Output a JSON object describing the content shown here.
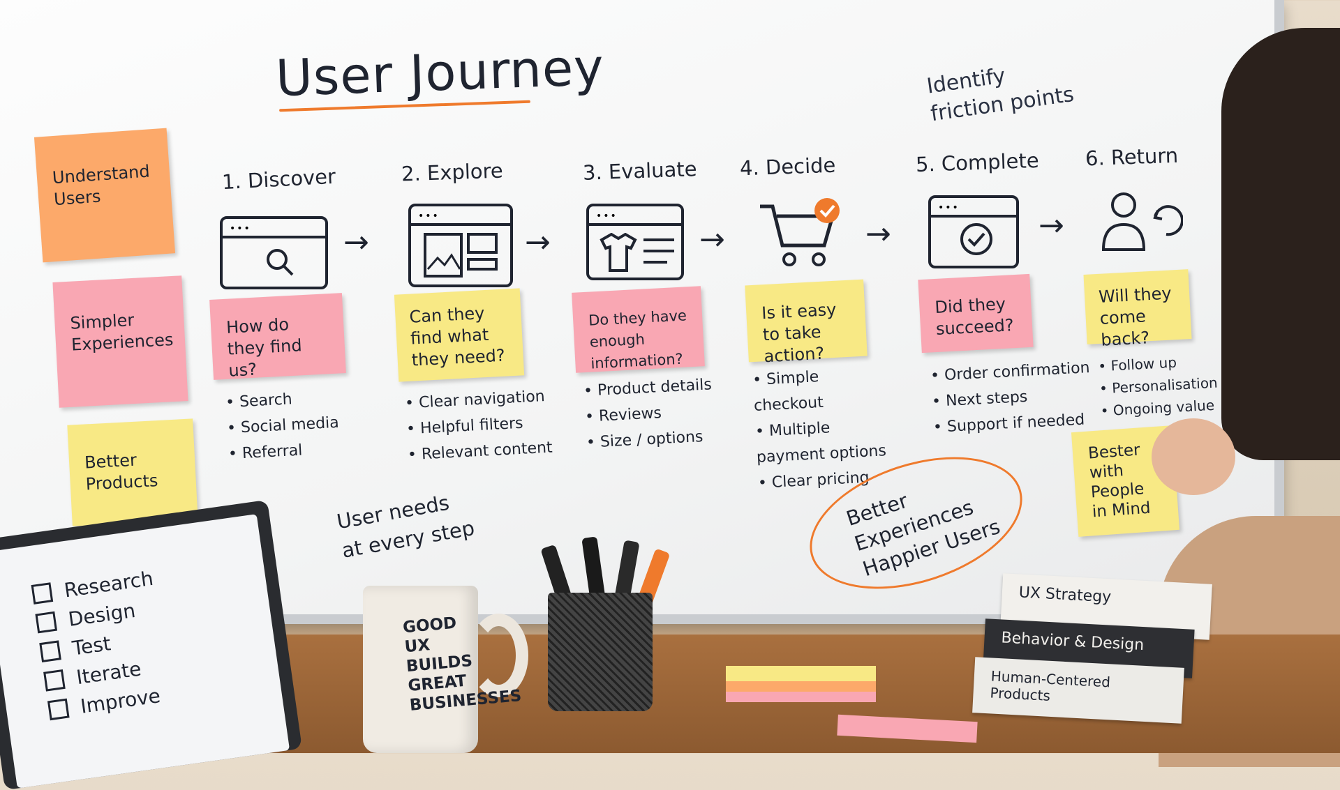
{
  "board": {
    "title": "User Journey",
    "friction_note": "Identify friction points",
    "user_needs_note": "User needs at every step",
    "oval_note": "Better Experiences Happier Users"
  },
  "left_stickies": [
    "Understand Users",
    "Simpler Experiences",
    "Better Products"
  ],
  "steps": [
    {
      "label": "1. Discover",
      "question": "How do they find us?",
      "bullets": [
        "Search",
        "Social media",
        "Referral"
      ]
    },
    {
      "label": "2. Explore",
      "question": "Can they find what they need?",
      "bullets": [
        "Clear navigation",
        "Helpful filters",
        "Relevant content"
      ]
    },
    {
      "label": "3. Evaluate",
      "question": "Do they have enough information?",
      "bullets": [
        "Product details",
        "Reviews",
        "Size / options"
      ]
    },
    {
      "label": "4. Decide",
      "question": "Is it easy to take action?",
      "bullets": [
        "Simple checkout",
        "Multiple payment options",
        "Clear pricing"
      ]
    },
    {
      "label": "5. Complete",
      "question": "Did they succeed?",
      "bullets": [
        "Order confirmation",
        "Next steps",
        "Support if needed"
      ]
    },
    {
      "label": "6. Return",
      "question": "Will they come back?",
      "bullets": [
        "Follow up",
        "Personalisation",
        "Ongoing value"
      ]
    }
  ],
  "hand_sticky": "Bester with People in Mind",
  "laptop_checklist": [
    "Research",
    "Design",
    "Test",
    "Iterate",
    "Improve"
  ],
  "mug_text": "GOOD UX BUILDS GREAT BUSINESSES",
  "books": [
    "UX Strategy",
    "Behavior & Design",
    "Human-Centered Products"
  ],
  "colors": {
    "accent_orange": "#ef7a2c",
    "sticky_orange": "#fca96a",
    "sticky_pink": "#f9a7b3",
    "sticky_yellow": "#f8e985"
  }
}
